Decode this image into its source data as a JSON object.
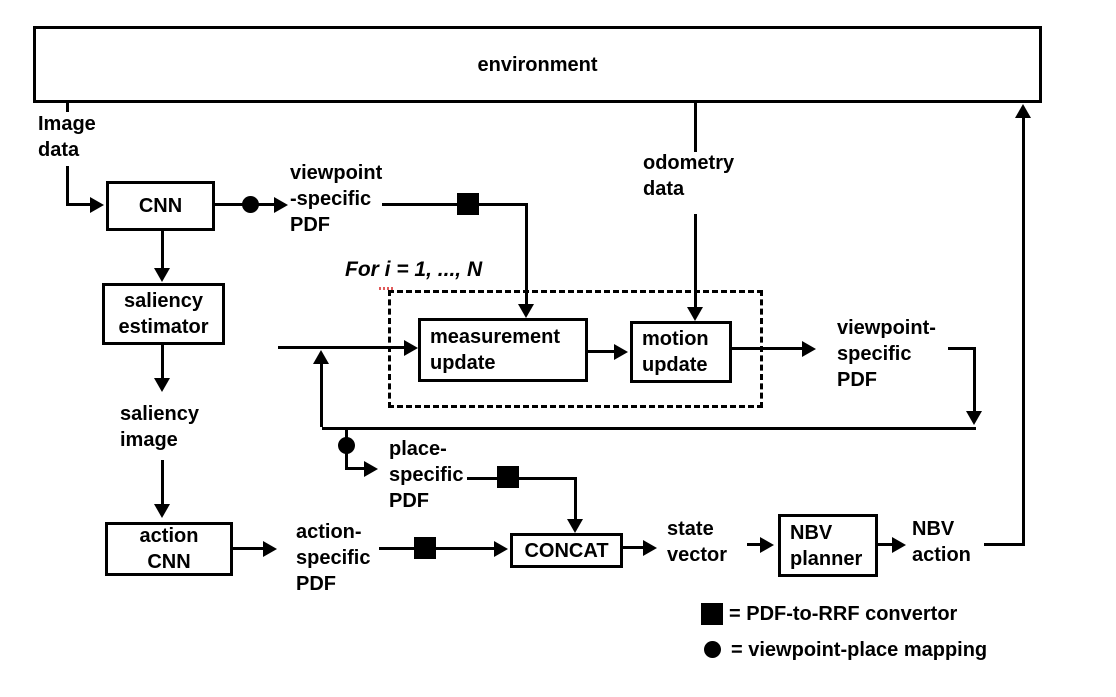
{
  "colors": {
    "ink": "#000000",
    "background": "#ffffff",
    "spellcheck_underline": "#e05a5a"
  },
  "environment": {
    "label": "environment"
  },
  "boxes": {
    "cnn": "CNN",
    "saliency_estimator": "saliency\nestimator",
    "measurement_update": "measurement\nupdate",
    "motion_update": "motion\nupdate",
    "action_cnn": "action\nCNN",
    "concat": "CONCAT",
    "nbv_planner": "NBV\nplanner"
  },
  "labels": {
    "image_data": "Image\ndata",
    "viewpoint_specific_pdf_in": "viewpoint\n-specific\nPDF",
    "odometry_data": "odometry\ndata",
    "for_loop": "For i = 1, ..., N",
    "viewpoint_specific_pdf_out": "viewpoint-\nspecific\nPDF",
    "saliency_image": "saliency\nimage",
    "place_specific_pdf": "place-\nspecific\nPDF",
    "action_specific_pdf": "action-\nspecific\nPDF",
    "state_vector": "state\nvector",
    "nbv_action": "NBV\naction"
  },
  "legend": {
    "square": "= PDF-to-RRF convertor",
    "circle": "= viewpoint-place mapping"
  }
}
